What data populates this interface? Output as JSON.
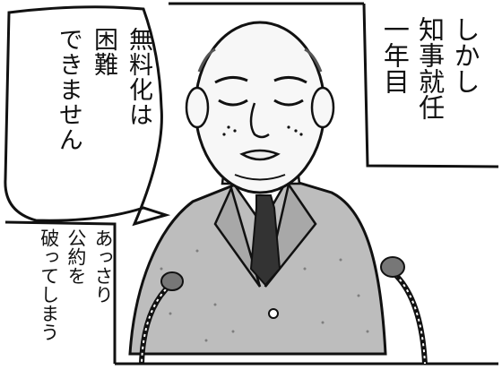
{
  "caption_top": {
    "lines": [
      "しかし",
      "知事就任",
      "一年目"
    ]
  },
  "speech_bubble": {
    "lines": [
      "無料化は",
      "困難",
      "できません"
    ]
  },
  "caption_bottom": {
    "lines": [
      "あっさり",
      "公約を",
      "破ってしまう"
    ]
  }
}
